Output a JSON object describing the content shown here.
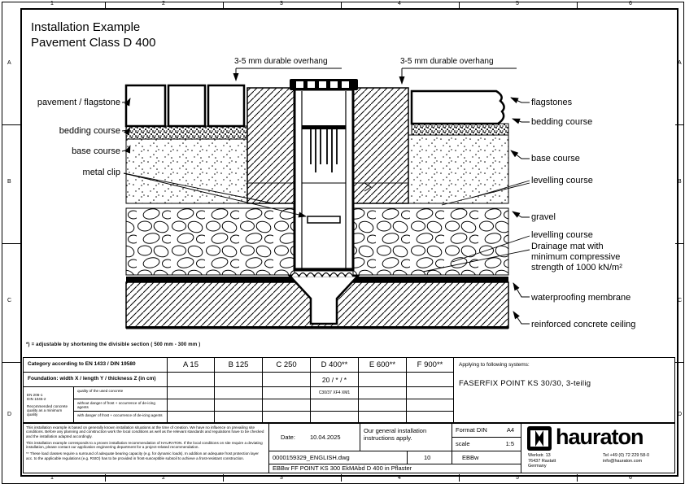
{
  "frame": {
    "cols": [
      "1",
      "2",
      "3",
      "4",
      "5",
      "6"
    ],
    "rows": [
      "A",
      "B",
      "C",
      "D"
    ]
  },
  "title": {
    "line1": "Installation Example",
    "line2": "Pavement Class D 400"
  },
  "drawing": {
    "overhang_note": "3-5 mm durable overhang",
    "labels_left": [
      "pavement / flagstone",
      "bedding course",
      "base course",
      "metal clip"
    ],
    "labels_right": [
      "flagstones",
      "bedding course",
      "base course",
      "levelling course",
      "gravel",
      "levelling course",
      "Drainage mat with\nminimum compressive\nstrength of 1000 kN/m²",
      "waterproofing membrane",
      "reinforced concrete ceiling"
    ]
  },
  "footnote": "*) = adjustable by shortening the divisible section ( 500 mm - 300 mm )",
  "table": {
    "category": {
      "label": "Category according to EN 1433 / DIN 19580",
      "values": [
        "A 15",
        "B 125",
        "C 250",
        "D 400**",
        "E 600**",
        "F 900**"
      ]
    },
    "foundation": {
      "label": "Foundation:  width X / length Y / thickness Z (in cm)",
      "d400_value": "20 / * / *"
    },
    "concrete": {
      "norm": "EN 206-1\nDIN 1045-2",
      "note": "Recommended concrete quality as a minimum quality",
      "row1_label": "quality of the used concrete",
      "row1_d400_value": "C30/37 XF4 XM1",
      "row2_label": "without danger of frost + occurrence of de-icing agents",
      "row3_label": "with danger of frost + occurrence of de-icing agents"
    },
    "applying": {
      "heading": "Applying to following systems:",
      "system": "FASERFIX POINT KS 30/30, 3-teilig"
    }
  },
  "titleblock": {
    "disclaimer_p1": "This installation example is based on generally known installation situations at the time of creation. We have no influence on prevailing site conditions. Before any planning and construction work the local conditions as well as the relevant standards and regulations have to be checked and the installation adapted accordingly.",
    "disclaimer_p2": "This installation example corresponds to a proven installation recommendation of HAURATON. If the local conditions on site require a deviating installation, please contact our application engineering department for a project-related recommendation.",
    "disclaimer_p3": "** These load classes require a surround of adequate bearing capacity (e.g. for dynamic loads). In addition an adequate frost protection layer acc. to the applicable regulations (e.g. RStO) has to be provided in frost-susceptible subsoil to achieve a frost-resistant construction.",
    "date_label": "Date:",
    "date_value": "10.04.2025",
    "instructions": "Our general installation instructions apply.",
    "format_label": "Format DIN",
    "format_value": "A4",
    "scale_label": "scale",
    "scale_value": "1:5",
    "file_name": "0000159329_ENGLISH.dwg",
    "sheet": "10",
    "initials": "EBBw",
    "drawing_title": "EBBw FF POINT KS 300  EkMAbd  D 400 in Pflaster",
    "brand": "hauraton",
    "address": "Werkstr. 13\n76437 Rastatt\nGermany",
    "phone": "Tel +49 (0) 72 229 58-0",
    "email": "info@hauraton.com"
  }
}
